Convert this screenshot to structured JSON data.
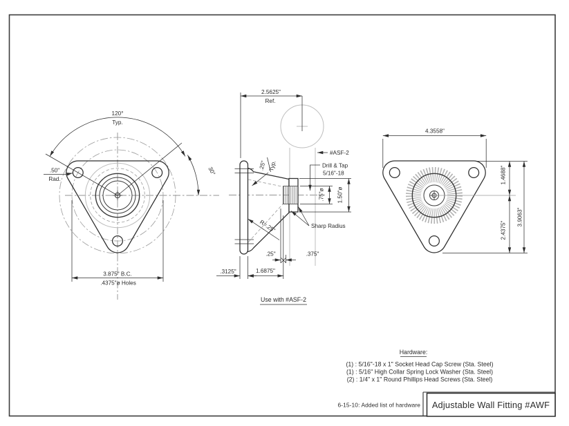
{
  "front_view": {
    "angle": "120°",
    "angle_suffix": "Typ.",
    "corner_radius": ".50\"",
    "corner_radius_suffix": "Rad.",
    "offset_angle": "30°",
    "bolt_circle": "3.875\" B.C.",
    "holes_note": ".4375\"ø Holes"
  },
  "side_view": {
    "ref_width": "2.5625\"",
    "ref_suffix": "Ref.",
    "mating_part_label": "#ASF-2",
    "drill_tap_line1": "Drill & Tap",
    "drill_tap_line2": "5/16\"-18",
    "wall_thickness": ".25\"",
    "wall_thickness_suffix": "Typ.",
    "bore_diameter": ".75\"ø",
    "boss_diameter": "1.50\"ø",
    "sharp_radius_note": "Sharp Radius",
    "fillet_radius": "R=.25\"",
    "step_depth": ".25\"",
    "boss_depth": ".375\"",
    "flange_thickness": ".3125\"",
    "body_depth": "1.6875\"",
    "usage_note": "Use with #ASF-2"
  },
  "back_view": {
    "width": "4.3558\"",
    "top_to_center": "1.4688\"",
    "center_to_bottom": "2.4375\"",
    "overall_height": "3.9063\""
  },
  "hardware": {
    "heading": "Hardware:",
    "items": [
      "(1) : 5/16\"-18 x 1\" Socket Head Cap Screw (Sta. Steel)",
      "(1) : 5/16\" High Collar Spring Lock Washer (Sta. Steel)",
      "(2) : 1/4\" x 1\" Round Phillips Head Screws (Sta. Steel)"
    ]
  },
  "title_block": {
    "revision_note": "6-15-10: Added list of hardware",
    "title": "Adjustable Wall Fitting #AWF"
  }
}
